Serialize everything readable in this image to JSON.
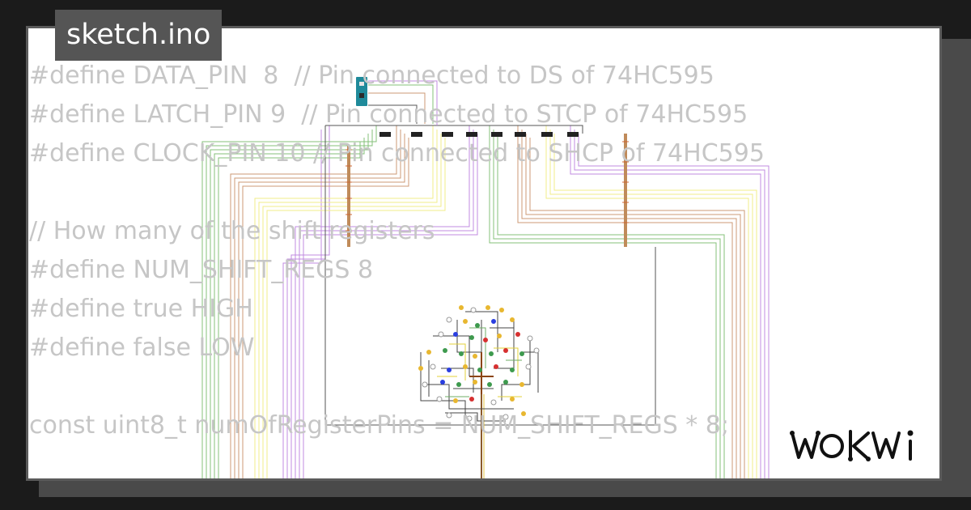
{
  "file_tab": {
    "title": "sketch.ino"
  },
  "code": {
    "lines": [
      "#define DATA_PIN  8  // Pin connected to DS of 74HC595",
      "#define LATCH_PIN 9  // Pin connected to STCP of 74HC595",
      "#define CLOCK_PIN 10 // Pin connected to SHCP of 74HC595",
      "",
      "// How many of the shift registers",
      "#define NUM_SHIFT_REGS 8",
      "#define true HIGH",
      "#define false LOW",
      "",
      "const uint8_t numOfRegisterPins = NUM_SHIFT_REGS * 8;"
    ]
  },
  "brand": {
    "logo_text": "WOKWi"
  },
  "colors": {
    "background": "#1b1b1b",
    "card": "#ffffff",
    "tab": "#555555",
    "code_text": "#c6c6c6",
    "wire_purple": "#b57edc",
    "wire_green": "#7dbb6b",
    "wire_yellow": "#f4f07a",
    "wire_brown": "#c8926a",
    "wire_dark": "#555555"
  },
  "icons": {
    "logo": "wokwi-logo",
    "board": "arduino-nano-board-icon"
  }
}
